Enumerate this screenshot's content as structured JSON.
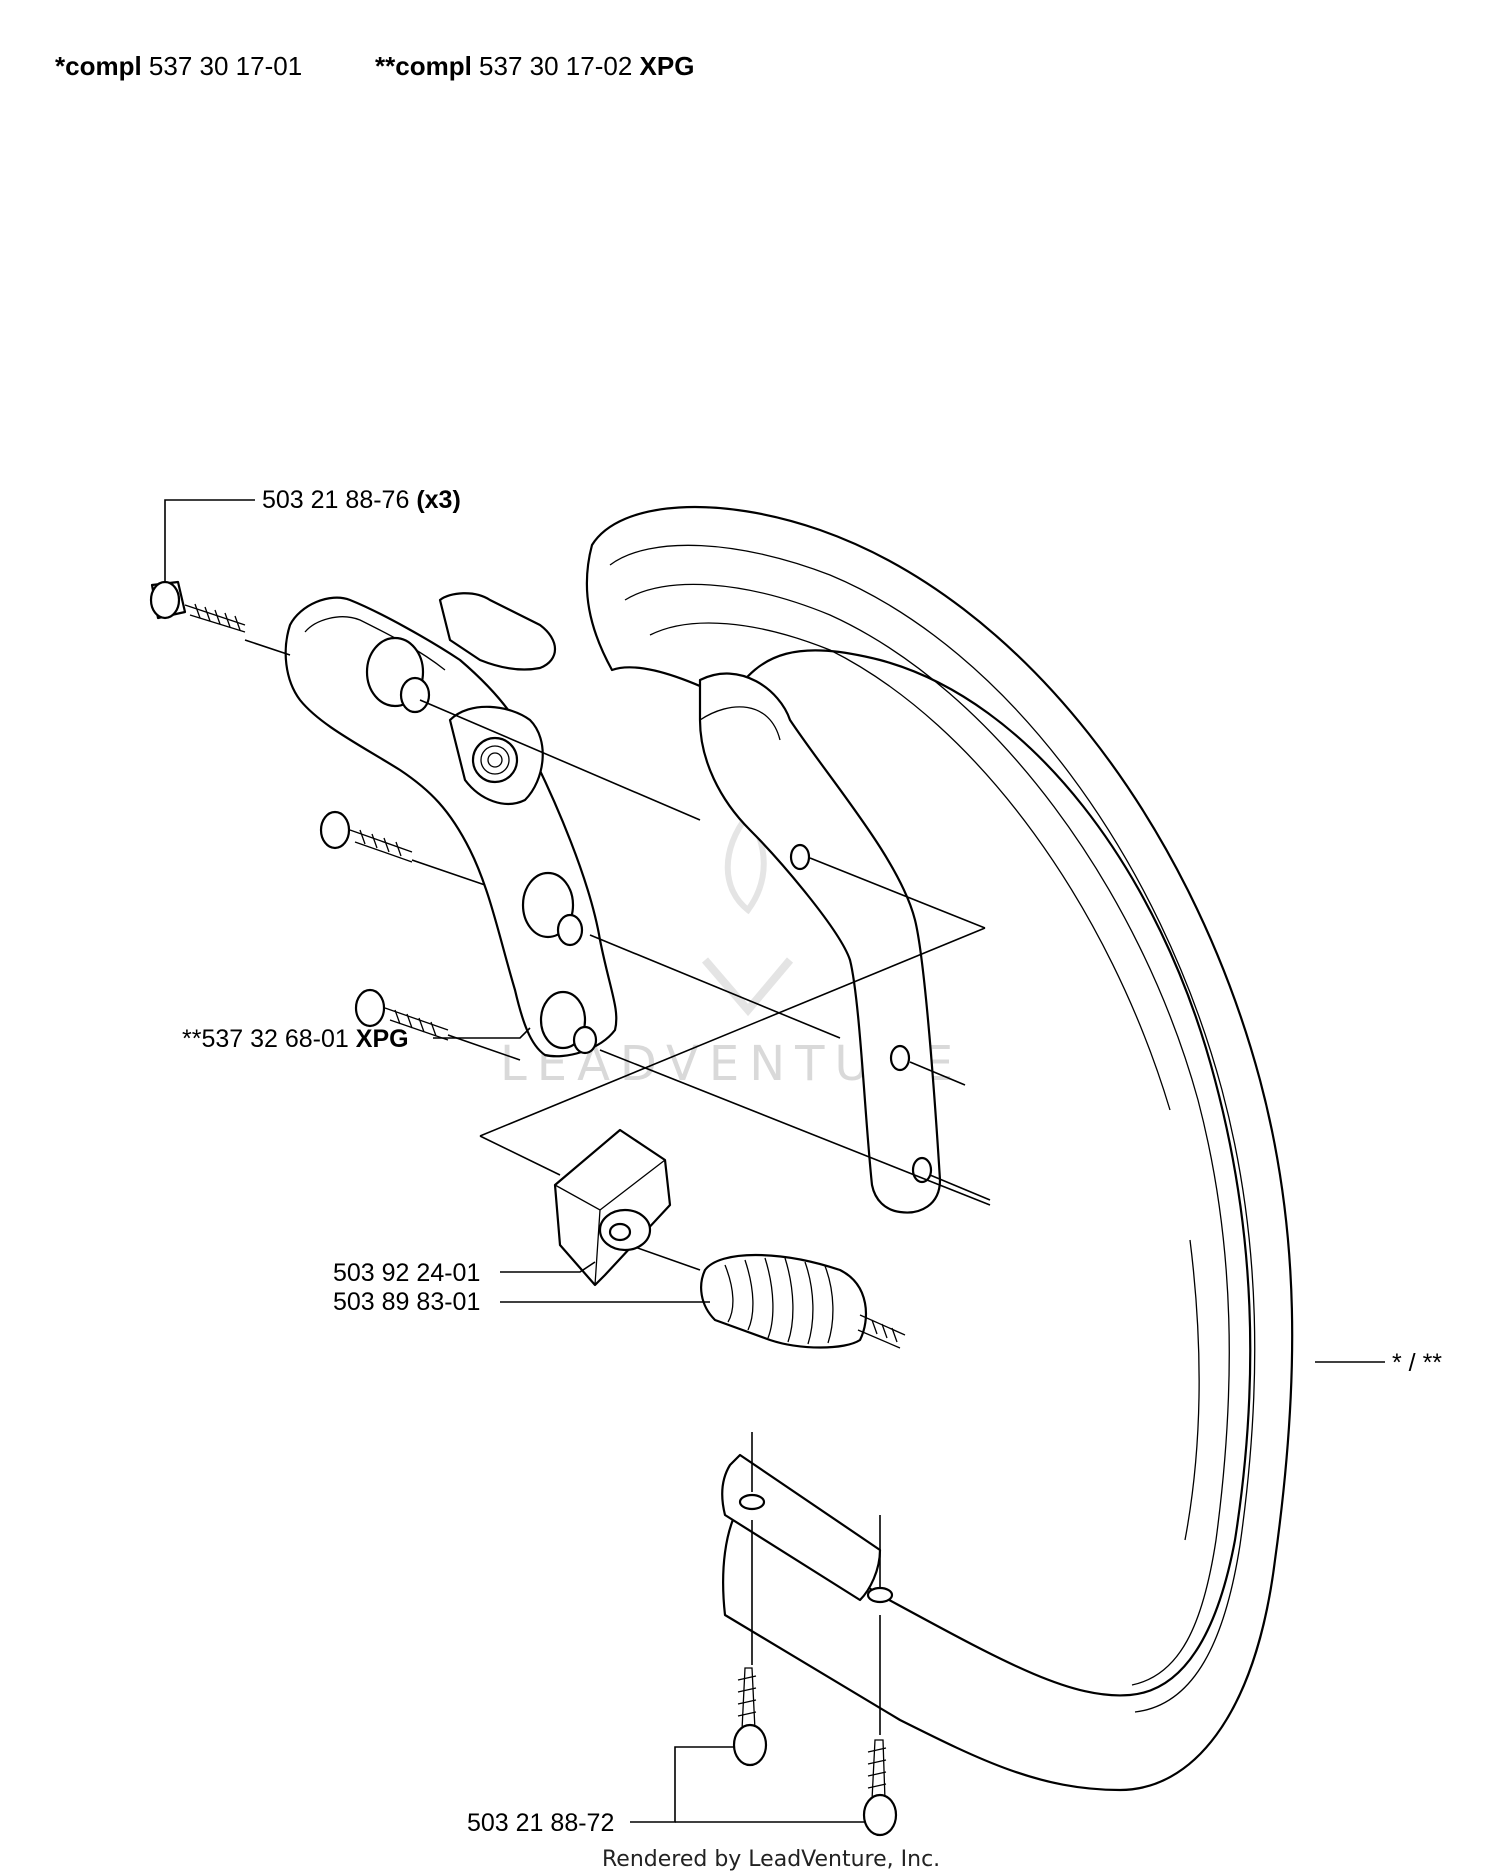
{
  "header": {
    "kit1_prefix": "*compl",
    "kit1_number": "537 30 17-01",
    "kit2_prefix": "**compl",
    "kit2_number": "537 30 17-02",
    "kit2_suffix": "XPG"
  },
  "callouts": {
    "screw_top_number": "503 21 88-76",
    "screw_top_qty": "(x3)",
    "bracket_number": "**537 32 68-01",
    "bracket_suffix": "XPG",
    "cup_number": "503 92 24-01",
    "spring_number": "503 89 83-01",
    "handle_number": "* / **",
    "screw_bottom_number": "503 21 88-72"
  },
  "watermark": "LEADVENTURE",
  "footer": "Rendered by LeadVenture, Inc."
}
